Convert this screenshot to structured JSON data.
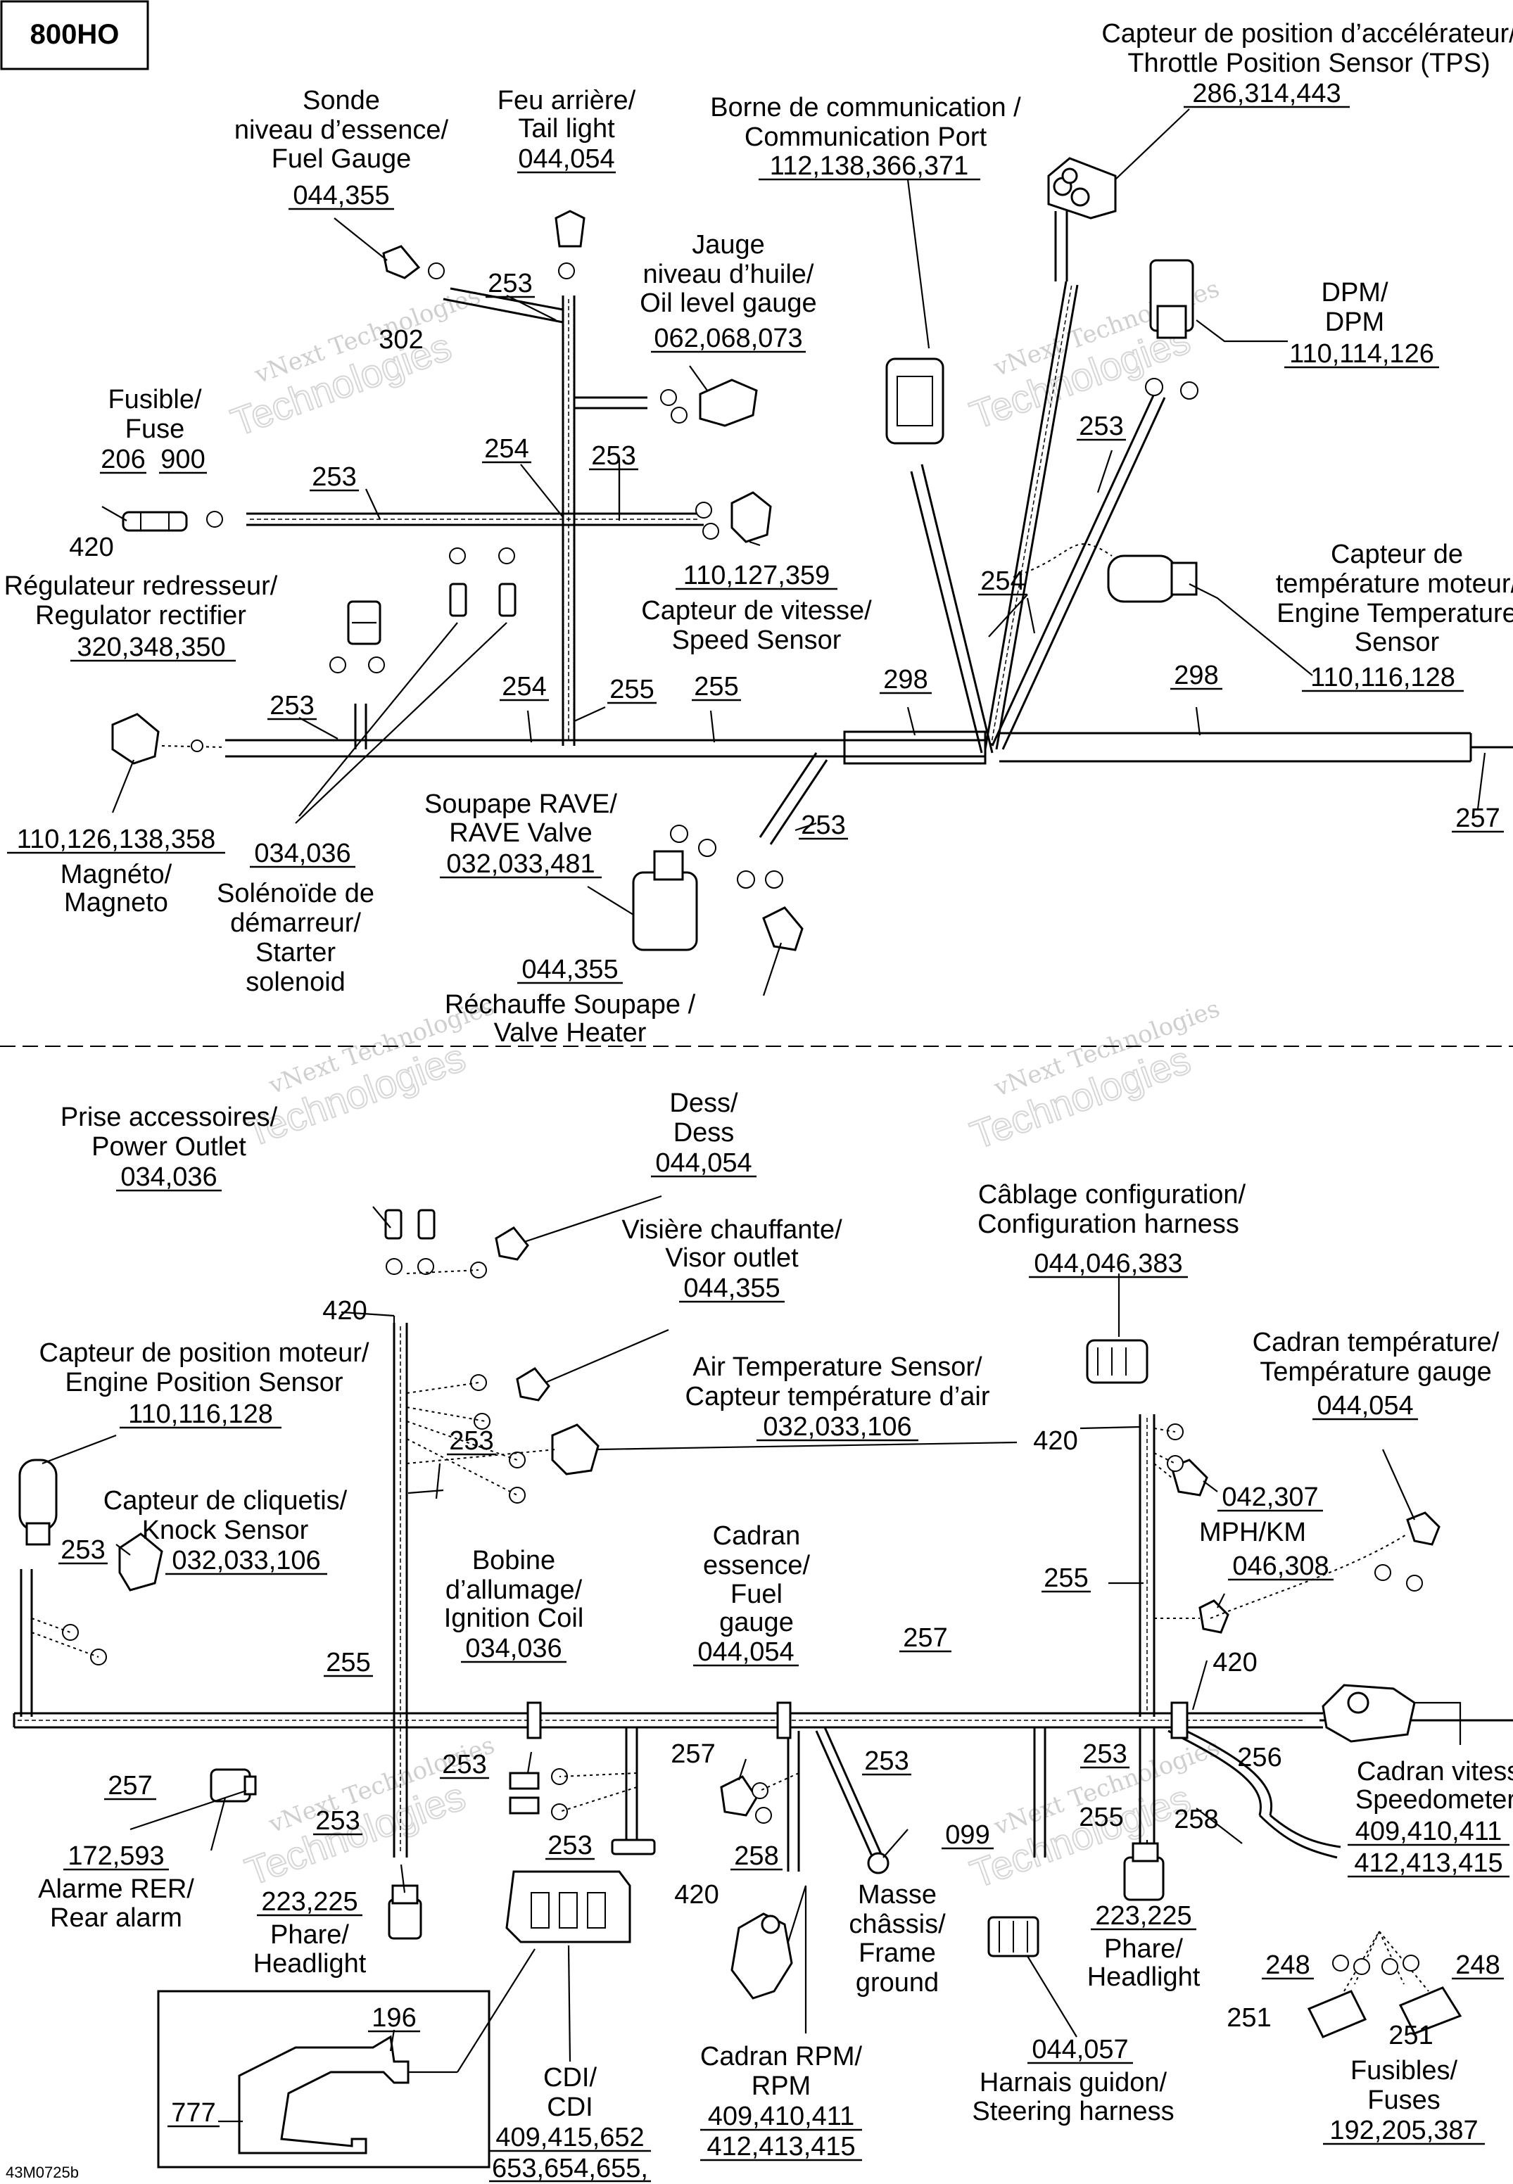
{
  "header": {
    "model": "800HO",
    "figure_ref": "43M0725b"
  },
  "watermark": {
    "line1": "vNext Technologies",
    "line2": "Technologies"
  },
  "top_labels": {
    "tps": {
      "fr": "Capteur de position d’accélérateur/",
      "en": "Throttle Position Sensor (TPS)",
      "parts": "286,314,443"
    },
    "comm": {
      "fr": "Borne de communication /",
      "en": "Communication Port",
      "parts": "112,138,366,371"
    },
    "tail": {
      "fr": "Feu arrière/",
      "en": "Tail light",
      "parts": "044,054"
    },
    "fuelgauge": {
      "l1": "Sonde",
      "l2": "niveau d’essence/",
      "l3": "Fuel Gauge",
      "parts": "044,355"
    },
    "oil": {
      "l1": "Jauge",
      "l2": "niveau d’huile/",
      "l3": "Oil level gauge",
      "parts": "062,068,073"
    },
    "dpm": {
      "l1": "DPM/",
      "l2": "DPM",
      "parts": "110,114,126"
    },
    "fuse": {
      "l1": "Fusible/",
      "l2": "Fuse",
      "p1": "206",
      "p2": "900",
      "p3": "420"
    },
    "regulator": {
      "fr": "Régulateur redresseur/",
      "en": "Regulator rectifier",
      "parts": "320,348,350"
    },
    "speed": {
      "parts": "110,127,359",
      "fr": "Capteur de vitesse/",
      "en": "Speed Sensor"
    },
    "enginetemp": {
      "l1": "Capteur de",
      "l2": "température moteur/",
      "l3": "Engine Temperature",
      "l4": "Sensor",
      "parts": "110,116,128"
    },
    "magneto": {
      "parts": "110,126,138,358",
      "fr": "Magnéto/",
      "en": "Magneto"
    },
    "starter": {
      "parts": "034,036",
      "l1": "Solénoïde de",
      "l2": "démarreur/",
      "l3": "Starter",
      "l4": "solenoid"
    },
    "rave": {
      "fr": "Soupape RAVE/",
      "en": "RAVE Valve",
      "parts": "032,033,481"
    },
    "heater": {
      "parts": "044,355",
      "fr": "Réchauffe Soupape /",
      "en": "Valve Heater"
    }
  },
  "top_numbers": [
    "302",
    "253",
    "254",
    "253",
    "253",
    "253",
    "254",
    "255",
    "255",
    "298",
    "298",
    "253",
    "253",
    "254",
    "257"
  ],
  "bottom_labels": {
    "outlet": {
      "fr": "Prise accessoires/",
      "en": "Power Outlet",
      "parts": "034,036"
    },
    "dess": {
      "l1": "Dess/",
      "l2": "Dess",
      "parts": "044,054"
    },
    "visor": {
      "fr": "Visière chauffante/",
      "en": "Visor outlet",
      "parts": "044,355"
    },
    "config": {
      "fr": "Câblage configuration/",
      "en": "Configuration harness",
      "parts": "044,046,383"
    },
    "temp_gauge": {
      "fr": "Cadran température/",
      "en": "Température gauge",
      "parts": "044,054"
    },
    "enginepos": {
      "fr": "Capteur de position moteur/",
      "en": "Engine Position Sensor",
      "parts": "110,116,128"
    },
    "airtemp": {
      "en": "Air Temperature Sensor/",
      "fr": "Capteur température d’air",
      "parts": "032,033,106"
    },
    "knock": {
      "fr": "Capteur de cliquetis/",
      "en": "Knock Sensor",
      "parts": "032,033,106"
    },
    "coil": {
      "l1": "Bobine",
      "l2": "d’allumage/",
      "l3": "Ignition Coil",
      "parts": "034,036"
    },
    "fuel_dial": {
      "l1": "Cadran",
      "l2": "essence/",
      "l3": "Fuel",
      "l4": "gauge",
      "parts": "044,054"
    },
    "mph": {
      "l1": "MPH/KM",
      "parts": "046,308"
    },
    "p042": {
      "parts": "042,307"
    },
    "speedo": {
      "fr": "Cadran vitesse/",
      "en": "Speedometer",
      "parts1": "409,410,411",
      "parts2": "412,413,415"
    },
    "rear_alarm": {
      "parts": "172,593",
      "fr": "Alarme RER/",
      "en": "Rear alarm"
    },
    "headlight_l": {
      "parts": "223,225",
      "fr": "Phare/",
      "en": "Headlight"
    },
    "headlight_r": {
      "parts": "223,225",
      "fr": "Phare/",
      "en": "Headlight"
    },
    "ground": {
      "l1": "Masse",
      "l2": "châssis/",
      "l3": "Frame",
      "l4": "ground",
      "part": "099"
    },
    "steering": {
      "parts": "044,057",
      "fr": "Harnais guidon/",
      "en": "Steering harness"
    },
    "fuses": {
      "fr": "Fusibles/",
      "en": "Fuses",
      "parts": "192,205,387"
    },
    "cdi": {
      "l1": "CDI/",
      "l2": "CDI",
      "parts1": "409,415,652",
      "parts2": "653,654,655,"
    },
    "rpm": {
      "fr": "Cadran RPM/",
      "en": "RPM",
      "parts1": "409,410,411",
      "parts2": "412,413,415"
    },
    "inset": {
      "p1": "196",
      "p2": "777"
    }
  },
  "bottom_numbers": [
    "420",
    "253",
    "253",
    "255",
    "257",
    "420",
    "255",
    "257",
    "420",
    "256",
    "258",
    "253",
    "253",
    "253",
    "257",
    "253",
    "253",
    "420",
    "258",
    "255",
    "248",
    "248",
    "251",
    "251"
  ]
}
